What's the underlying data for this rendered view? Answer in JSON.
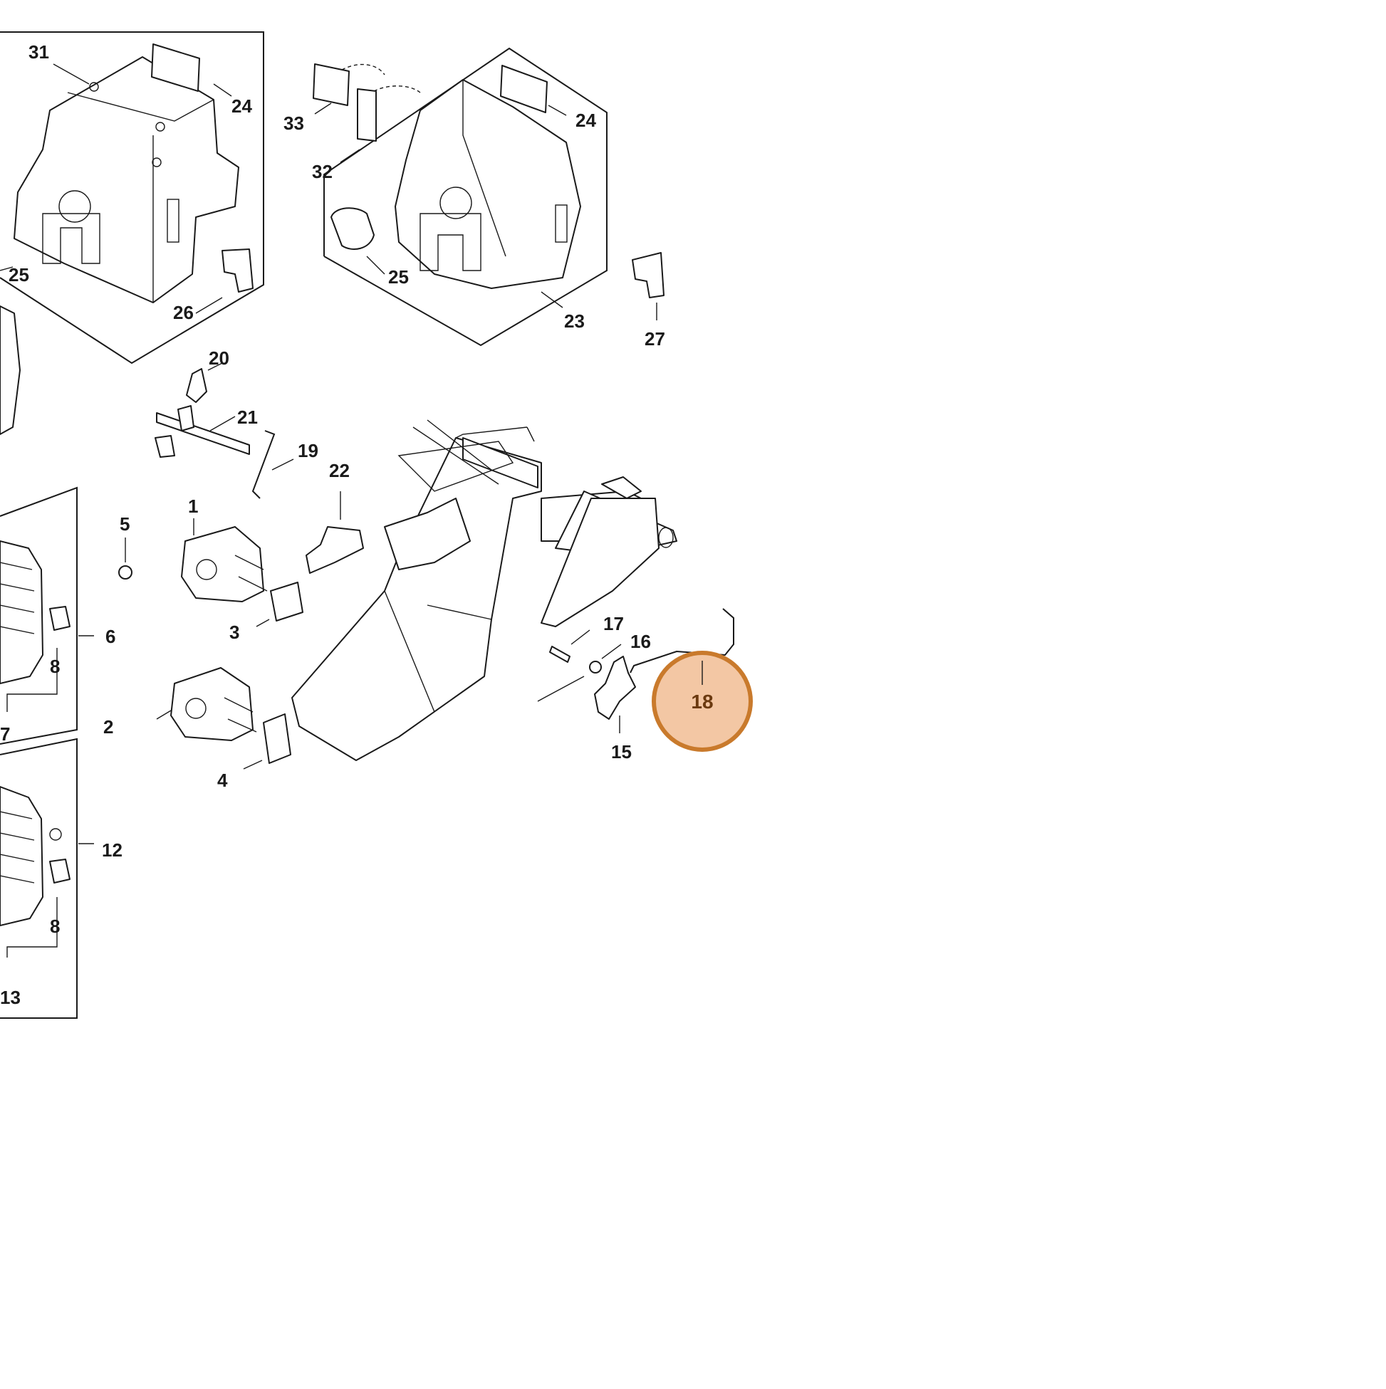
{
  "diagram": {
    "callouts": [
      "1",
      "2",
      "3",
      "4",
      "5",
      "6",
      "7",
      "8",
      "8",
      "12",
      "13",
      "15",
      "16",
      "17",
      "19",
      "20",
      "21",
      "22",
      "23",
      "24",
      "24",
      "25",
      "25",
      "26",
      "27",
      "31",
      "32",
      "33"
    ],
    "highlight": {
      "label": "18",
      "fill_color": "#f3c7a4",
      "ring_color": "#c97a2c",
      "text_color": "#6b3a10"
    }
  }
}
